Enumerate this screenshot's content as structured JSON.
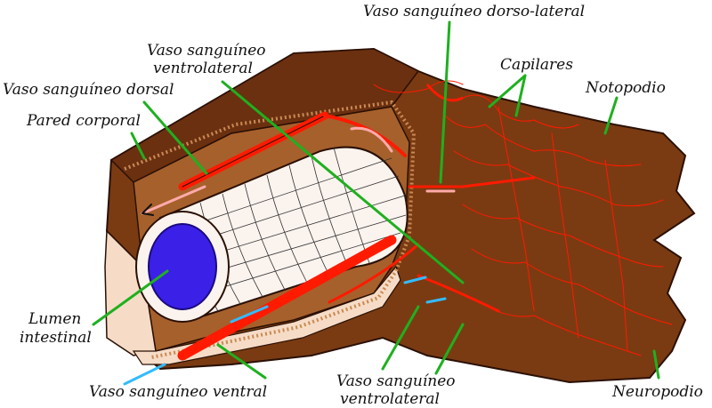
{
  "labels": {
    "dorso_lateral": "Vaso sanguíneo dorso-lateral",
    "ventrolateral_top_1": "Vaso sanguíneo",
    "ventrolateral_top_2": "ventrolateral",
    "dorsal": "Vaso sanguíneo dorsal",
    "capilares": "Capilares",
    "notopodio": "Notopodio",
    "pared": "Pared corporal",
    "lumen_1": "Lumen",
    "lumen_2": "intestinal",
    "ventral": "Vaso sanguíneo ventral",
    "ventrolateral_bottom_1": "Vaso sanguíneo",
    "ventrolateral_bottom_2": "ventrolateral",
    "neuropodio": "Neuropodio"
  },
  "colors": {
    "body_wall": "#7a3b12",
    "body_wall_dark": "#4a2008",
    "tissue_light": "#c98a55",
    "skin": "#f6dcc6",
    "intestine": "#fbf3ee",
    "lumen": "#3b20e8",
    "vessel": "#ff1a00",
    "leader": "#1fb01f",
    "blue_arrow": "#33bbff",
    "pink_arrow": "#ffaaaa"
  }
}
